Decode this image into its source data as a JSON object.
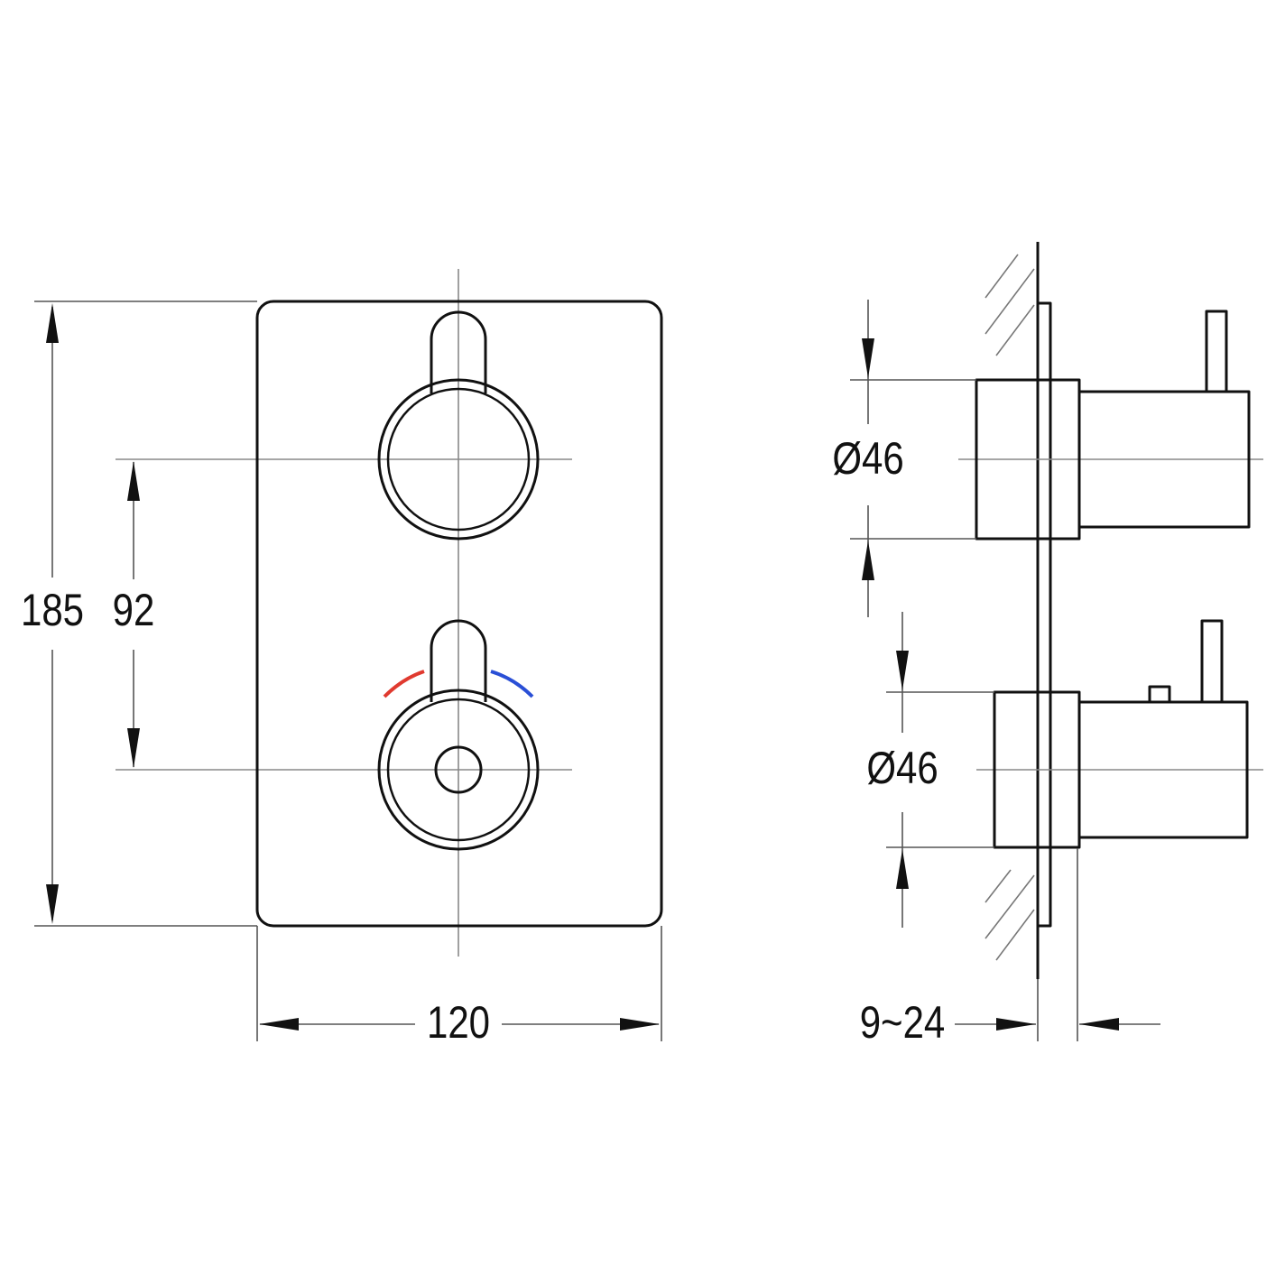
{
  "front_view": {
    "height_label": "185",
    "spacing_label": "92",
    "width_label": "120"
  },
  "side_view": {
    "diameter_top_label": "Ø46",
    "diameter_bottom_label": "Ø46",
    "depth_label": "9~24"
  },
  "colors": {
    "line": "#111111",
    "hot_indicator": "#e03a2f",
    "cold_indicator": "#2a4fd6"
  }
}
